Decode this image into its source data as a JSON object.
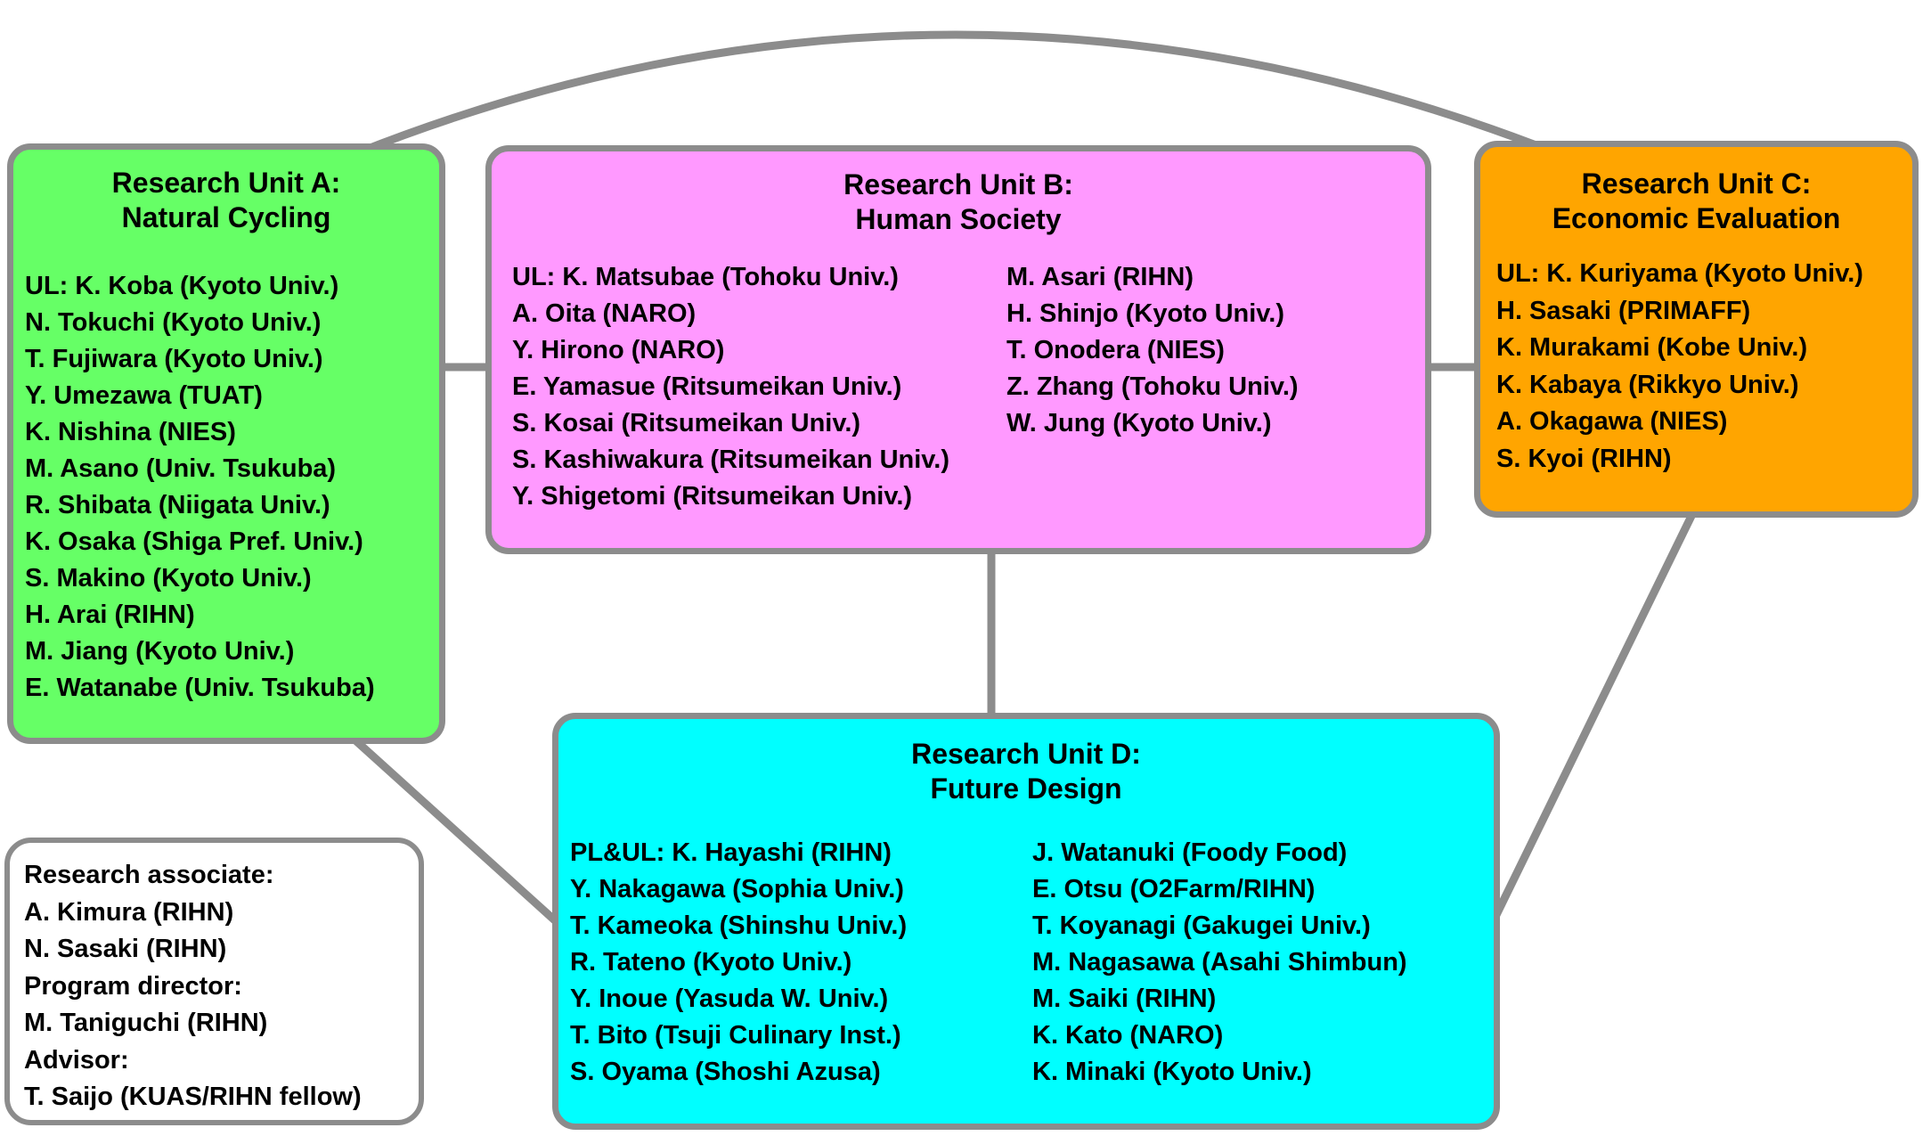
{
  "colors": {
    "unit_a_bg": "#66FF66",
    "unit_b_bg": "#FF99FF",
    "unit_c_bg": "#FFA500",
    "unit_d_bg": "#00FFFF",
    "staff_bg": "#FFFFFF",
    "border_gray": "#8C8C8C",
    "line": "#8C8C8C",
    "text": "#000000"
  },
  "units": {
    "a": {
      "title_lines": [
        "Research Unit A:",
        "Natural Cycling"
      ],
      "members": [
        "UL: K. Koba (Kyoto Univ.)",
        "N. Tokuchi (Kyoto Univ.)",
        "T. Fujiwara (Kyoto Univ.)",
        "Y. Umezawa (TUAT)",
        "K. Nishina (NIES)",
        "M. Asano (Univ. Tsukuba)",
        "R. Shibata (Niigata Univ.)",
        "K. Osaka (Shiga Pref. Univ.)",
        "S. Makino (Kyoto Univ.)",
        "H. Arai (RIHN)",
        "M. Jiang (Kyoto Univ.)",
        "E. Watanabe (Univ. Tsukuba)"
      ]
    },
    "b": {
      "title_lines": [
        "Research Unit B:",
        "Human Society"
      ],
      "members_left": [
        "UL: K. Matsubae (Tohoku Univ.)",
        "A. Oita (NARO)",
        "Y. Hirono (NARO)",
        "E. Yamasue (Ritsumeikan Univ.)",
        "S. Kosai (Ritsumeikan Univ.)",
        "S. Kashiwakura (Ritsumeikan Univ.)",
        "Y. Shigetomi (Ritsumeikan Univ.)"
      ],
      "members_right": [
        "M. Asari (RIHN)",
        "H. Shinjo (Kyoto Univ.)",
        "T. Onodera (NIES)",
        "Z. Zhang (Tohoku Univ.)",
        "W. Jung (Kyoto Univ.)"
      ]
    },
    "c": {
      "title_lines": [
        "Research Unit C:",
        "Economic Evaluation"
      ],
      "members": [
        "UL: K. Kuriyama (Kyoto Univ.)",
        "H. Sasaki (PRIMAFF)",
        "K. Murakami (Kobe Univ.)",
        "K. Kabaya (Rikkyo Univ.)",
        "A. Okagawa (NIES)",
        "S. Kyoi (RIHN)"
      ]
    },
    "d": {
      "title_lines": [
        "Research Unit D:",
        "Future Design"
      ],
      "members_left": [
        "PL&UL: K. Hayashi (RIHN)",
        "Y. Nakagawa (Sophia Univ.)",
        "T. Kameoka (Shinshu Univ.)",
        "R. Tateno (Kyoto Univ.)",
        "Y. Inoue (Yasuda W. Univ.)",
        "T. Bito (Tsuji Culinary Inst.)",
        "S. Oyama (Shoshi Azusa)"
      ],
      "members_right": [
        "J. Watanuki (Foody Food)",
        "E. Otsu (O2Farm/RIHN)",
        "T. Koyanagi (Gakugei Univ.)",
        "M. Nagasawa (Asahi Shimbun)",
        "M. Saiki (RIHN)",
        "K. Kato (NARO)",
        "K. Minaki (Kyoto Univ.)"
      ]
    }
  },
  "staff_box": {
    "lines": [
      "Research associate:",
      "A. Kimura (RIHN)",
      "N. Sasaki (RIHN)",
      "Program director:",
      "M. Taniguchi (RIHN)",
      "Advisor:",
      "T. Saijo (KUAS/RIHN fellow)"
    ]
  }
}
